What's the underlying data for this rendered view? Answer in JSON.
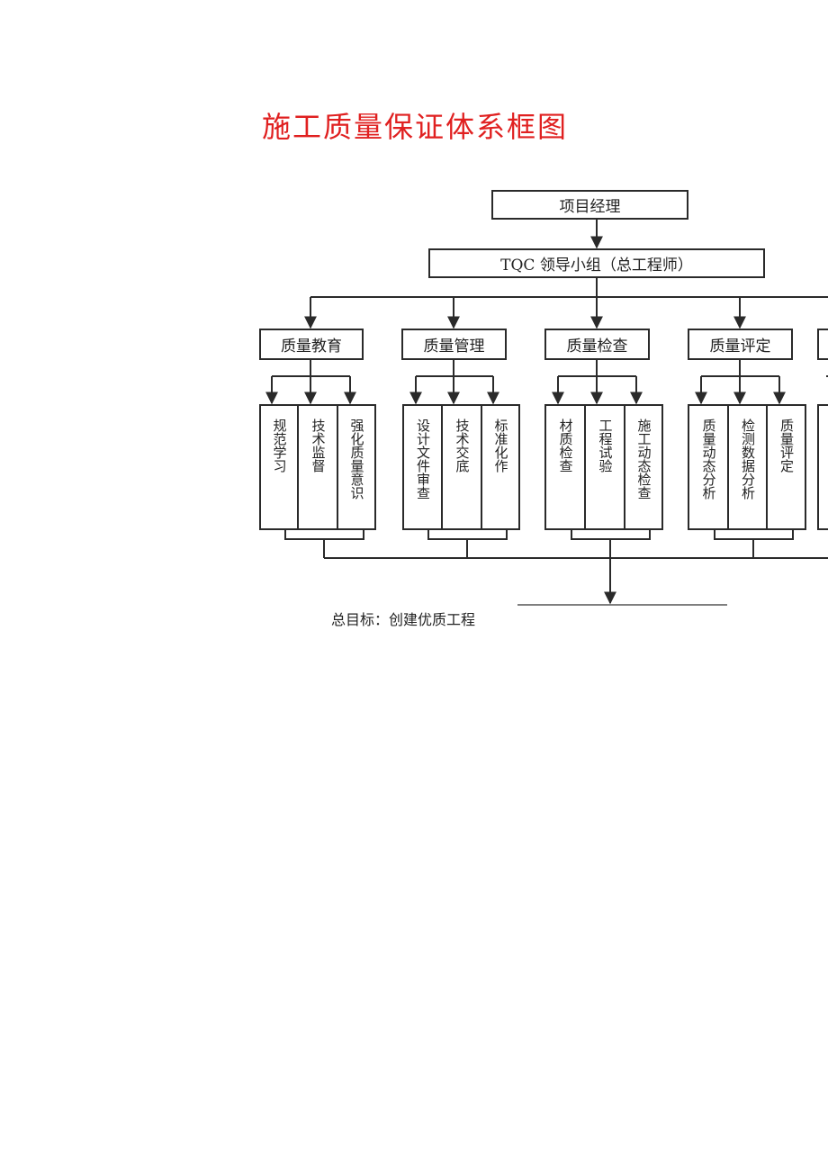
{
  "title": "施工质量保证体系框图",
  "top": {
    "manager": "项目经理",
    "tqc": "TQC 领导小组（总工程师）"
  },
  "groups": [
    {
      "label": "质量教育",
      "items": [
        "规范学习",
        "技术监督",
        "强化质量意识"
      ]
    },
    {
      "label": "质量管理",
      "items": [
        "设计文件审查",
        "技术交底",
        "标准化作"
      ]
    },
    {
      "label": "质量检查",
      "items": [
        "材质检查",
        "工程试验",
        "施工动态检查"
      ]
    },
    {
      "label": "质量评定",
      "items": [
        "质量动态分析",
        "检测数据分析",
        "质量评定"
      ]
    }
  ],
  "goal": "总目标：创建优质工程"
}
